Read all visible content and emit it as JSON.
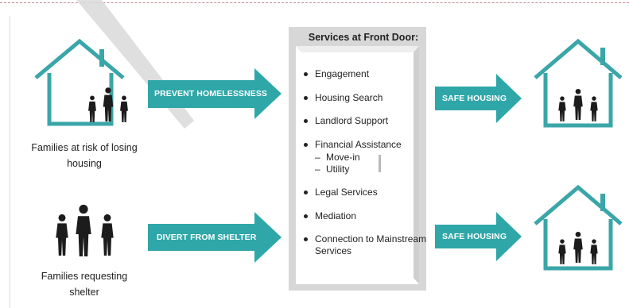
{
  "labels": {
    "families_at_risk": "Families at risk of losing housing",
    "families_requesting": "Families requesting shelter"
  },
  "arrows": {
    "prevent": "PREVENT HOMELESSNESS",
    "divert": "DIVERT FROM SHELTER",
    "safe_top": "SAFE HOUSING",
    "safe_bottom": "SAFE HOUSING"
  },
  "door": {
    "title": "Services at Front Door:",
    "services": [
      "Engagement",
      "Housing Search",
      "Landlord Support",
      "Financial Assistance",
      "Legal Services",
      "Mediation",
      "Connection to Mainstream Services"
    ],
    "financial_sub": [
      "Move-in",
      "Utility"
    ]
  },
  "colors": {
    "teal": "#2fa7a9",
    "house_teal": "#3aa6a8",
    "figure": "#1c1c1c",
    "door_grey": "#d7d7d7"
  },
  "icons": [
    "house-outline-icon",
    "family-icon",
    "door-icon",
    "arrow-icon"
  ]
}
